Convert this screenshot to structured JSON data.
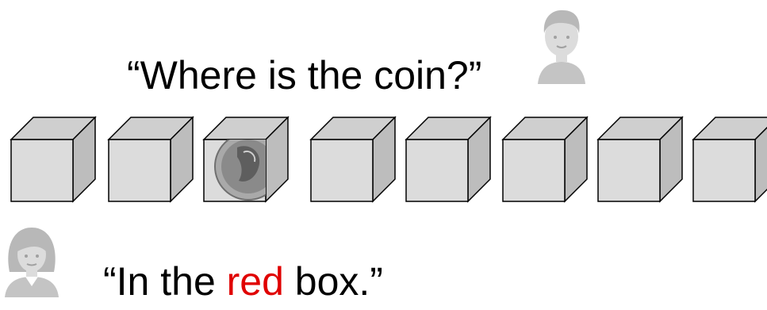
{
  "question": "“Where is the coin?”",
  "answer": {
    "before": "“In the ",
    "highlight": "red",
    "after": " box.”"
  },
  "colors": {
    "highlight": "#e00000",
    "cube_front": "#dcdcdc",
    "cube_top": "#cfcfcf",
    "cube_side": "#bdbdbd",
    "avatar": "#c4c4c4"
  },
  "boxes": [
    {
      "label": "box-1",
      "has_coin": false
    },
    {
      "label": "box-2",
      "has_coin": false
    },
    {
      "label": "box-3",
      "has_coin": true
    },
    {
      "label": "box-4",
      "has_coin": false
    },
    {
      "label": "box-5",
      "has_coin": false
    },
    {
      "label": "box-6",
      "has_coin": false
    },
    {
      "label": "box-7",
      "has_coin": false
    },
    {
      "label": "box-8",
      "has_coin": false
    }
  ],
  "icons": {
    "male_avatar": "male-avatar-icon",
    "female_avatar": "female-avatar-icon",
    "coin": "coin-icon"
  }
}
